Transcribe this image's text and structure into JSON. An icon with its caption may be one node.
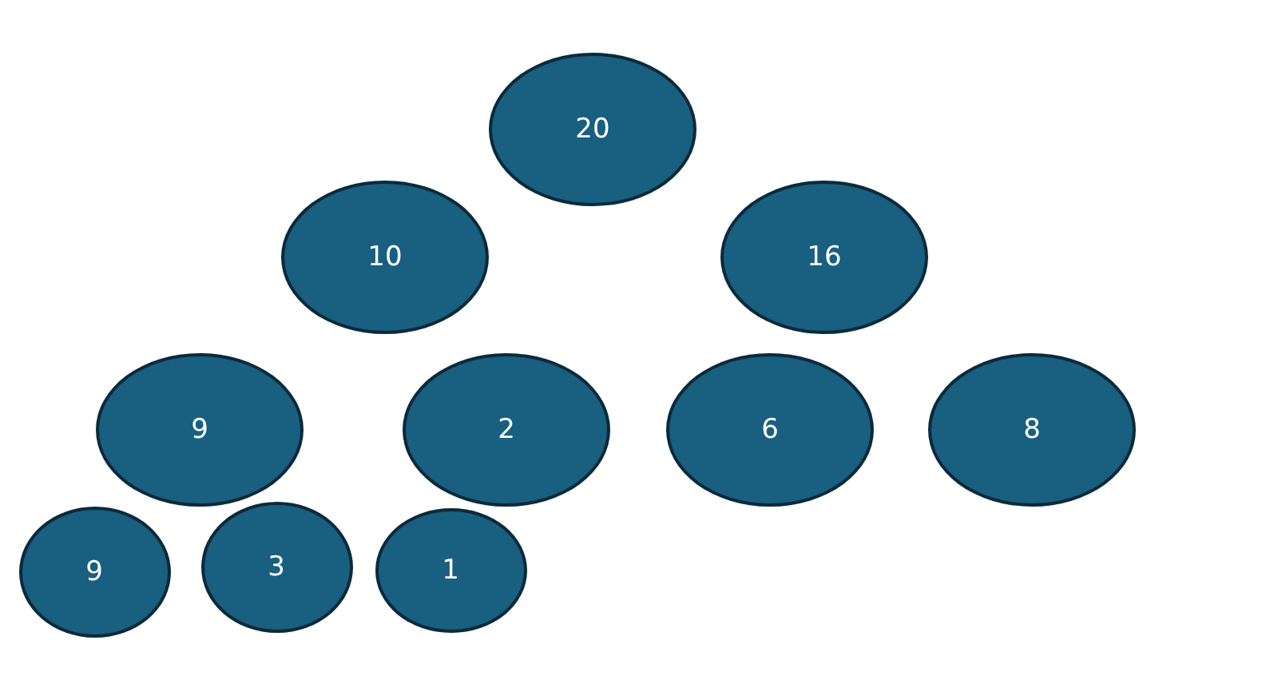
{
  "diagram": {
    "nodes": [
      {
        "text": [
          "20"
        ]
      },
      {
        "text": [
          "10"
        ]
      },
      {
        "text": [
          "16"
        ]
      },
      {
        "text": [
          "9"
        ]
      },
      {
        "text": [
          "2"
        ]
      },
      {
        "text": [
          "6"
        ]
      },
      {
        "text": [
          "8"
        ]
      },
      {
        "text": [
          "9"
        ]
      },
      {
        "text": [
          "3"
        ]
      },
      {
        "text": [
          "1"
        ]
      }
    ]
  }
}
